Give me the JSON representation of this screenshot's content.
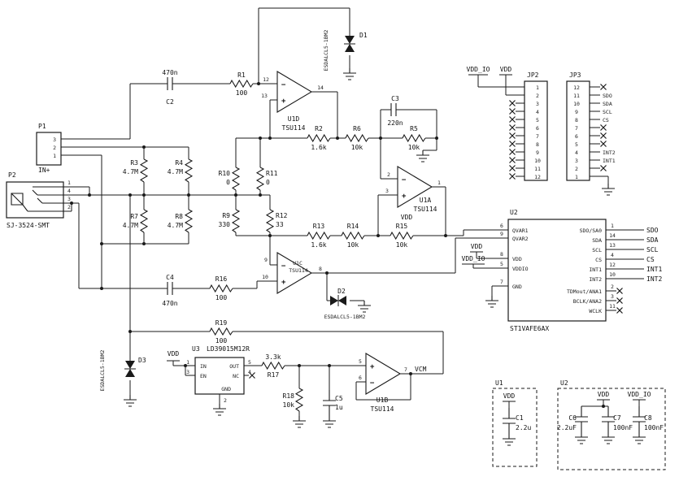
{
  "parts": {
    "r1": {
      "ref": "R1",
      "val": "100"
    },
    "r2": {
      "ref": "R2",
      "val": "1.6k"
    },
    "r3": {
      "ref": "R3",
      "val": "4.7M"
    },
    "r4": {
      "ref": "R4",
      "val": "4.7M"
    },
    "r5": {
      "ref": "R5",
      "val": "10k"
    },
    "r6": {
      "ref": "R6",
      "val": "10k"
    },
    "r7": {
      "ref": "R7",
      "val": "4.7M"
    },
    "r8": {
      "ref": "R8",
      "val": "4.7M"
    },
    "r9": {
      "ref": "R9",
      "val": "330"
    },
    "r10": {
      "ref": "R10",
      "val": "0"
    },
    "r11": {
      "ref": "R11",
      "val": "0"
    },
    "r12": {
      "ref": "R12",
      "val": "33"
    },
    "r13": {
      "ref": "R13",
      "val": "1.6k"
    },
    "r14": {
      "ref": "R14",
      "val": "10k"
    },
    "r15": {
      "ref": "R15",
      "val": "10k"
    },
    "r16": {
      "ref": "R16",
      "val": "100"
    },
    "r17": {
      "ref": "R17",
      "val": "3.3k"
    },
    "r18": {
      "ref": "R18",
      "val": "10k"
    },
    "r19": {
      "ref": "R19",
      "val": "100"
    },
    "c1": {
      "ref": "C1",
      "val": "2.2u"
    },
    "c2": {
      "ref": "C2",
      "val": "470n"
    },
    "c3": {
      "ref": "C3",
      "val": "220n"
    },
    "c4": {
      "ref": "C4",
      "val": "470n"
    },
    "c5": {
      "ref": "C5",
      "val": "1u"
    },
    "c6": {
      "ref": "C6",
      "val": "2.2uF"
    },
    "c7": {
      "ref": "C7",
      "val": "100nF"
    },
    "c8": {
      "ref": "C8",
      "val": "100nF"
    },
    "d1": {
      "ref": "D1",
      "val": "ESDALCL5-1BM2"
    },
    "d2": {
      "ref": "D2",
      "val": "ESDALCL5-1BM2"
    },
    "d3": {
      "ref": "D3",
      "val": "ESDALCL5-1BM2"
    }
  },
  "opamps": {
    "u1d": {
      "ref": "U1D",
      "part": "TSU114",
      "pin_a": "12",
      "pin_b": "13",
      "pin_out": "14"
    },
    "u1a": {
      "ref": "U1A",
      "part": "TSU114",
      "pin_a": "2",
      "pin_b": "3",
      "pin_out": "1"
    },
    "u1c": {
      "ref": "U1C",
      "part": "TSU114",
      "pin_a": "9",
      "pin_b": "10",
      "pin_out": "8"
    },
    "u1b": {
      "ref": "U1B",
      "part": "TSU114",
      "pin_a": "5",
      "pin_b": "6",
      "pin_out": "7",
      "out_net": "VCM"
    }
  },
  "signs": {
    "plus": "+",
    "minus": "−"
  },
  "p1": {
    "ref": "P1",
    "label": "IN+",
    "pins": [
      "3",
      "2",
      "1"
    ]
  },
  "p2": {
    "ref": "P2",
    "part": "SJ-3524-SMT",
    "pins": [
      "1",
      "4",
      "3",
      "2"
    ]
  },
  "u3": {
    "ref": "U3",
    "part": "LD39015M12R",
    "in": "IN",
    "en": "EN",
    "out": "OUT",
    "nc": "NC",
    "gnd": "GND",
    "n_in": "1",
    "n_en": "3",
    "n_out": "5",
    "n_nc": "4",
    "n_gnd": "2"
  },
  "u2": {
    "ref": "U2",
    "part": "ST1VAFE6AX",
    "left": [
      {
        "name": "QVAR1",
        "num": "6"
      },
      {
        "name": "QVAR2",
        "num": "9"
      },
      {
        "name": "VDD",
        "num": "8"
      },
      {
        "name": "VDDIO",
        "num": "5"
      },
      {
        "name": "GND",
        "num": "7"
      }
    ],
    "right": [
      {
        "name": "SDO/SA0",
        "num": "1",
        "net": "SDO"
      },
      {
        "name": "SDA",
        "num": "14",
        "net": "SDA"
      },
      {
        "name": "SCL",
        "num": "13",
        "net": "SCL"
      },
      {
        "name": "CS",
        "num": "4",
        "net": "CS"
      },
      {
        "name": "INT1",
        "num": "12",
        "net": "INT1"
      },
      {
        "name": "INT2",
        "num": "10",
        "net": "INT2"
      },
      {
        "name": "TDMout/ANA1",
        "num": "2"
      },
      {
        "name": "BCLK/ANA2",
        "num": "3"
      },
      {
        "name": "WCLK",
        "num": "11"
      }
    ]
  },
  "jp2": {
    "ref": "JP2",
    "rail1": "VDD_IO",
    "rail2": "VDD",
    "pins": [
      "1",
      "2",
      "3",
      "4",
      "5",
      "6",
      "7",
      "8",
      "9",
      "10",
      "11",
      "12"
    ]
  },
  "jp3": {
    "ref": "JP3",
    "pins": [
      "12",
      "11",
      "10",
      "9",
      "8",
      "7",
      "6",
      "5",
      "4",
      "3",
      "2",
      "1"
    ],
    "net1": "SDO",
    "net2": "SDA",
    "net3": "SCL",
    "net4": "CS",
    "net5": "INT2",
    "net6": "INT1"
  },
  "power": {
    "vdd": "VDD",
    "vdd_io": "VDD_IO"
  },
  "decap": {
    "box1": "U1",
    "box2": "U2"
  }
}
